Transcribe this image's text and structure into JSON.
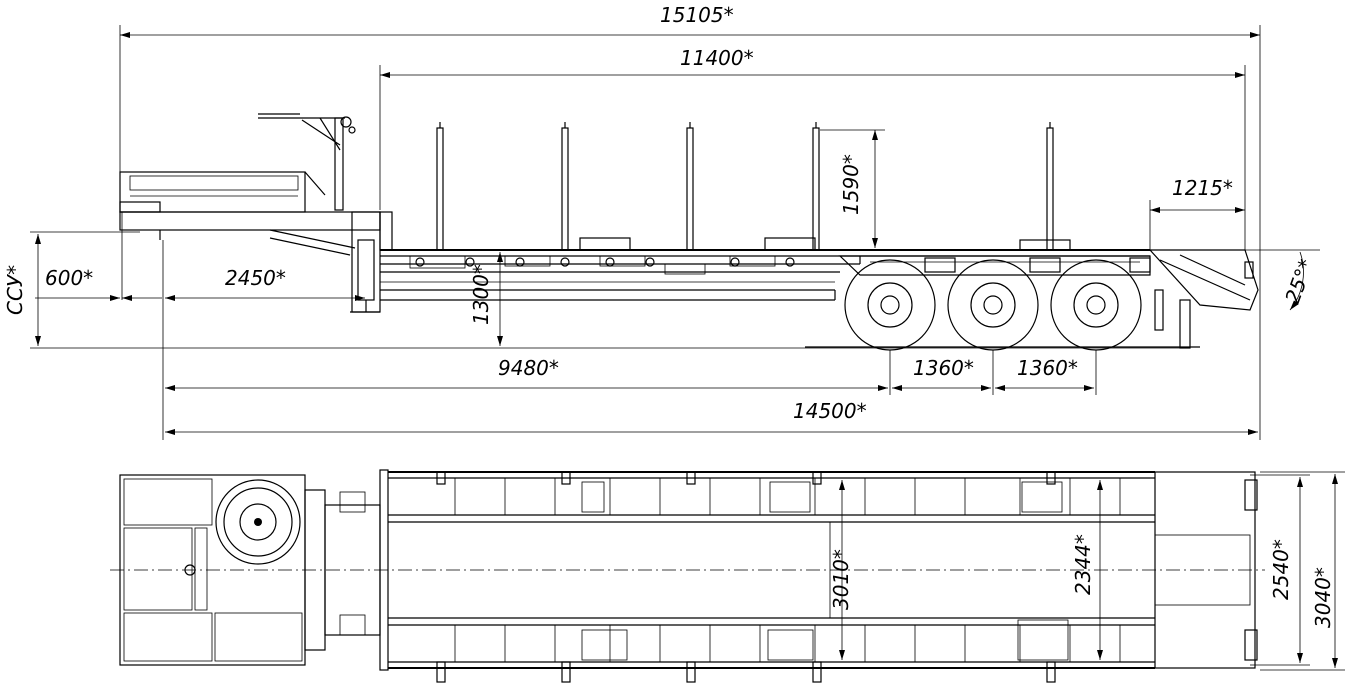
{
  "dimensions": {
    "overall_length": "15105*",
    "platform_length": "11400*",
    "stake_height": "1590*",
    "ramp_length": "1215*",
    "coupling_height": "ССУ*",
    "front_overhang": "600*",
    "kingpin_offset": "2450*",
    "deck_height": "1300*",
    "ramp_angle": "25°*",
    "kingpin_to_axle": "9480*",
    "axle_spacing_1": "1360*",
    "axle_spacing_2": "1360*",
    "total_length": "14500*",
    "inner_width": "3010*",
    "deck_width": "2344*",
    "track_width": "2540*",
    "overall_width": "3040*"
  },
  "colors": {
    "line": "#000000",
    "background": "#ffffff"
  }
}
